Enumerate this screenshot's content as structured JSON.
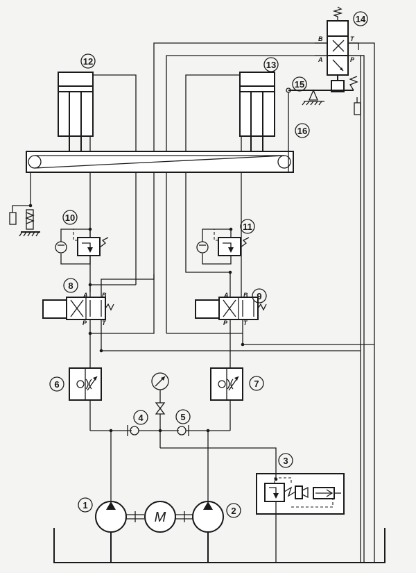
{
  "labels": {
    "n1": "1",
    "n2": "2",
    "n3": "3",
    "n4": "4",
    "n5": "5",
    "n6": "6",
    "n7": "7",
    "n8": "8",
    "n9": "9",
    "n10": "10",
    "n11": "11",
    "n12": "12",
    "n13": "13",
    "n14": "14",
    "n15": "15",
    "n16": "16"
  },
  "ports": {
    "valve8": {
      "A": "A",
      "B": "B",
      "P": "P",
      "T": "T"
    },
    "valve9": {
      "A": "A",
      "B": "B",
      "P": "P",
      "T": "T"
    },
    "valve14": {
      "A": "A",
      "B": "B",
      "P": "P",
      "T": "T"
    }
  },
  "motor_label": "M"
}
